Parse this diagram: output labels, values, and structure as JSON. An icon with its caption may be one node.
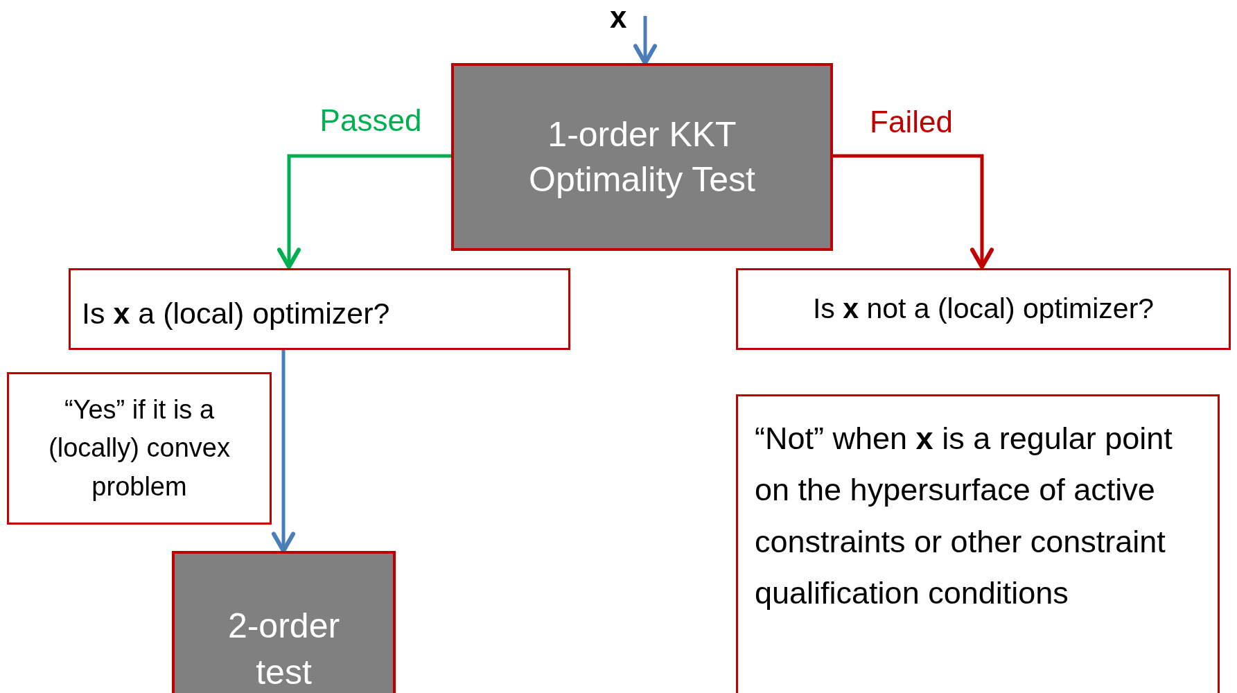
{
  "diagram": {
    "nodes": [
      {
        "text": [
          "x"
        ]
      },
      {
        "text": [
          "1-order KKT Optimality Test"
        ]
      },
      {
        "text": [
          "Is **x** a (local) optimizer?"
        ]
      },
      {
        "text": [
          "Is **x** not a (local) optimizer?"
        ]
      },
      {
        "text": [
          "“Yes” if it is a (locally) convex problem"
        ]
      },
      {
        "text": [
          "2-order test"
        ]
      },
      {
        "text": [
          "“Not” when **x** is a regular point on the hypersurface of active constraints or other constraint qualification conditions"
        ]
      }
    ],
    "edges": [
      {
        "from": 0,
        "to": 1,
        "arrow": "to"
      },
      {
        "from": 1,
        "to": 2,
        "arrow": "to",
        "label": "Passed",
        "color": "#00b050"
      },
      {
        "from": 1,
        "to": 3,
        "arrow": "to",
        "label": "Failed",
        "color": "#c00000"
      },
      {
        "from": 2,
        "to": 5,
        "arrow": "to"
      }
    ]
  }
}
